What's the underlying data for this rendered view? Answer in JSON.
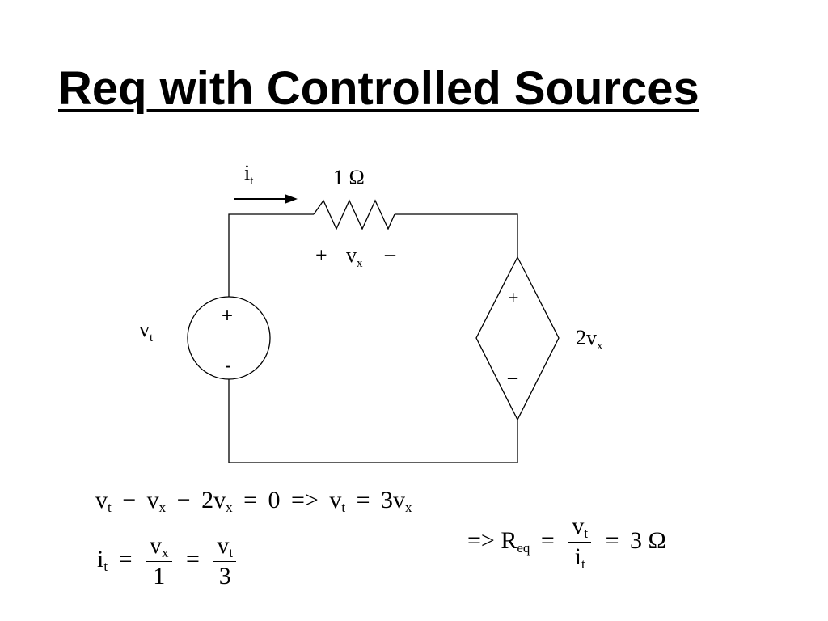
{
  "slide": {
    "title": "Req with Controlled Sources"
  },
  "circuit": {
    "current_label": "i",
    "current_sub": "t",
    "resistor_label": "1 Ω",
    "vx_plus": "+",
    "vx_label": "v",
    "vx_sub": "x",
    "vx_minus": "–",
    "source_label": "v",
    "source_sub": "t",
    "source_plus": "+",
    "source_minus": "-",
    "dep_plus": "+",
    "dep_minus": "–",
    "dep_label": "2v",
    "dep_sub": "x"
  },
  "equations": {
    "eq1": {
      "a": "v",
      "a_sub": "t",
      "op1": "−",
      "b": "v",
      "b_sub": "x",
      "op2": "−",
      "c": "2v",
      "c_sub": "x",
      "op3": "=",
      "d": "0",
      "op4": "=>",
      "e": "v",
      "e_sub": "t",
      "op5": "=",
      "f": "3v",
      "f_sub": "x"
    },
    "eq2": {
      "lhs": "i",
      "lhs_sub": "t",
      "op1": "=",
      "frac1_num": "v",
      "frac1_num_sub": "x",
      "frac1_den": "1",
      "op2": "=",
      "frac2_num": "v",
      "frac2_num_sub": "t",
      "frac2_den": "3"
    },
    "eq3": {
      "arrow": "=>",
      "r": "R",
      "r_sub": "eq",
      "op1": "=",
      "frac_num": "v",
      "frac_num_sub": "t",
      "frac_den": "i",
      "frac_den_sub": "t",
      "op2": "=",
      "result": "3 Ω"
    }
  }
}
